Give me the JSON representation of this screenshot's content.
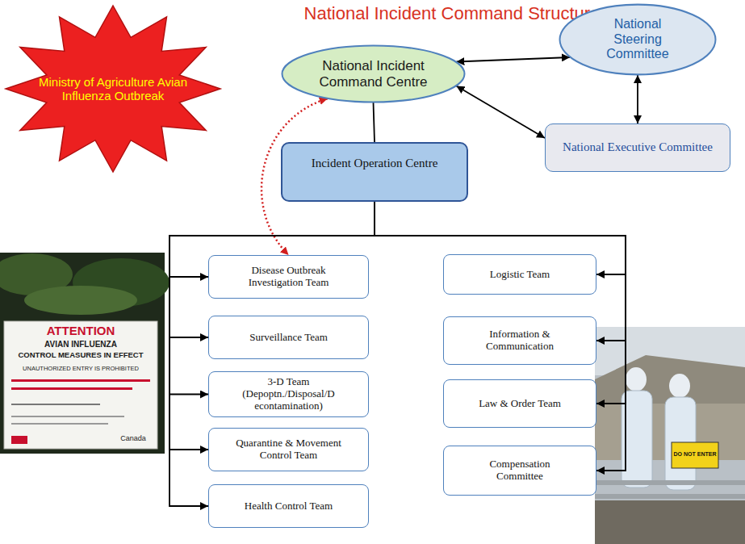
{
  "diagram": {
    "title": "National Incident Command Structure",
    "nodes": [
      {
        "text": [
          "Ministry of Agriculture Avian Influenza Outbreak"
        ]
      },
      {
        "text": [
          "National Incident Command Centre"
        ]
      },
      {
        "text": [
          "National Steering Committee"
        ]
      },
      {
        "text": [
          "National Executive Committee"
        ]
      },
      {
        "text": [
          "Incident Operation Centre"
        ]
      },
      {
        "text": [
          "Disease Outbreak Investigation Team"
        ]
      },
      {
        "text": [
          "Surveillance Team"
        ]
      },
      {
        "text": [
          "3-D Team (Depoptn./Disposal/D econtamination)"
        ]
      },
      {
        "text": [
          "Quarantine & Movement Control Team"
        ]
      },
      {
        "text": [
          "Health Control Team"
        ]
      },
      {
        "text": [
          "Logistic Team"
        ]
      },
      {
        "text": [
          "Information & Communication"
        ]
      },
      {
        "text": [
          "Law & Order Team"
        ]
      },
      {
        "text": [
          "Compensation Committee"
        ]
      }
    ],
    "edges": [
      {
        "from": 1,
        "to": 2,
        "arrow": "both"
      },
      {
        "from": 1,
        "to": 3,
        "arrow": "both"
      },
      {
        "from": 2,
        "to": 3,
        "arrow": "both"
      },
      {
        "from": 1,
        "to": 4,
        "arrow": "none"
      },
      {
        "from": 1,
        "to": 5,
        "arrow": "both"
      },
      {
        "from": 4,
        "to": 5,
        "arrow": "to"
      },
      {
        "from": 4,
        "to": 6,
        "arrow": "to"
      },
      {
        "from": 4,
        "to": 7,
        "arrow": "to"
      },
      {
        "from": 4,
        "to": 8,
        "arrow": "to"
      },
      {
        "from": 4,
        "to": 9,
        "arrow": "to"
      },
      {
        "from": 4,
        "to": 10,
        "arrow": "to"
      },
      {
        "from": 4,
        "to": 11,
        "arrow": "to"
      },
      {
        "from": 4,
        "to": 12,
        "arrow": "to"
      },
      {
        "from": 4,
        "to": 13,
        "arrow": "to"
      }
    ],
    "labels": [
      "ATTENTION",
      "AVIAN INFLUENZA",
      "CONTROL MEASURES IN EFFECT",
      "UNAUTHORIZED ENTRY IS PROHIBITED",
      "Canada",
      "DO NOT ENTER"
    ]
  }
}
